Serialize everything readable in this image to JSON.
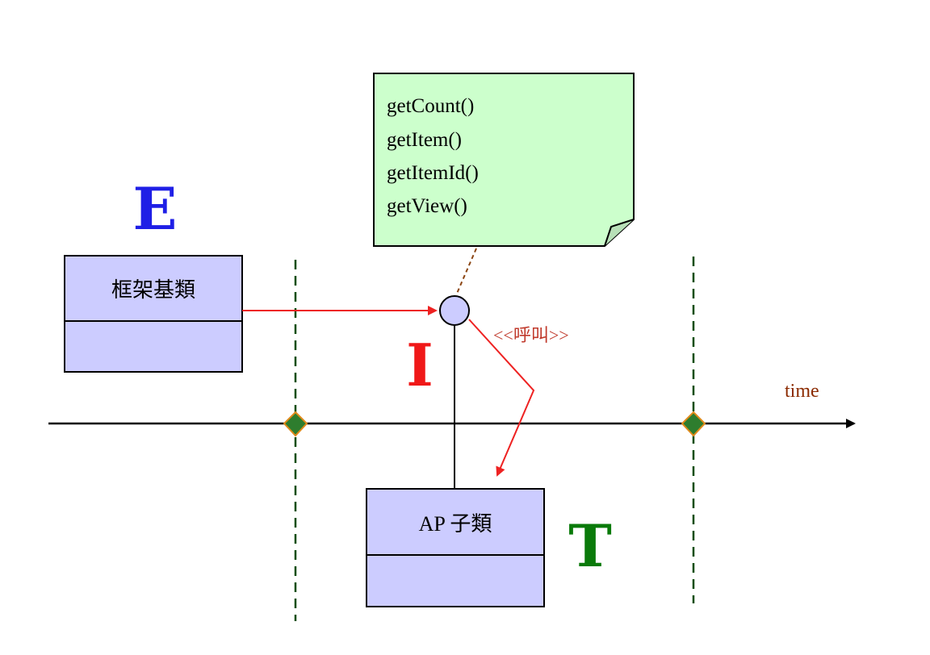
{
  "letters": {
    "e": "E",
    "i": "I",
    "t": "T"
  },
  "framework_class": {
    "name": "框架基類"
  },
  "ap_class": {
    "name": "AP 子類"
  },
  "note": {
    "methods": [
      "getCount()",
      "getItem()",
      "getItemId()",
      "getView()"
    ]
  },
  "call_label": "<<呼叫>>",
  "time_label": "time",
  "colors": {
    "e_letter": "#1f1fe6",
    "i_letter": "#f01818",
    "t_letter": "#0a7a0a",
    "class_fill": "#ccccff",
    "note_fill": "#ccffcc",
    "call_arrow": "#ee2222",
    "dashed_line": "#0b4d0b",
    "diamond_fill": "#2e7d2e",
    "diamond_stroke": "#e08a1a",
    "time_label": "#8b2a00",
    "call_label": "#c0392b",
    "note_link": "#8b4513"
  }
}
